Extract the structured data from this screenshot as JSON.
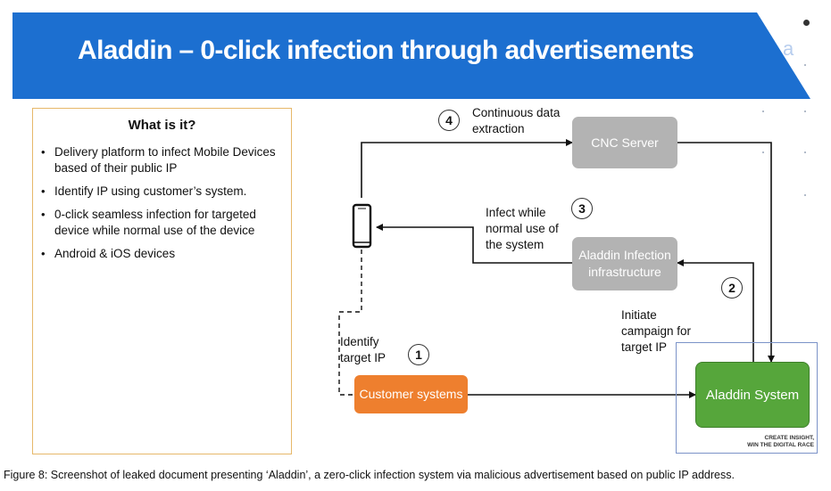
{
  "slide": {
    "title": "Aladdin – 0-click infection through advertisements",
    "header_corner_letter": "a",
    "colors": {
      "header_blue": "#1c6fd0",
      "node_gray": "#b3b3b3",
      "customer_orange": "#ee7f2e",
      "system_green": "#56a63b",
      "info_border": "#e6b86a"
    }
  },
  "info_box": {
    "title": "What is it?",
    "items": [
      "Delivery platform to infect Mobile Devices based of their public IP",
      "Identify IP using customer’s system.",
      "0-click seamless infection for targeted device while normal use of the device",
      "Android & iOS devices"
    ]
  },
  "diagram": {
    "nodes": {
      "cnc_server": "CNC Server",
      "infection_infrastructure": "Aladdin Infection infrastructure",
      "customer_systems": "Customer systems",
      "aladdin_system": "Aladdin System"
    },
    "steps": [
      {
        "number": "1",
        "label": "Identify target IP"
      },
      {
        "number": "2",
        "label": "Initiate campaign for target IP"
      },
      {
        "number": "3",
        "label": "Infect while normal use of the system"
      },
      {
        "number": "4",
        "label": "Continuous data extraction"
      }
    ],
    "tagline_line1": "CREATE INSIGHT,",
    "tagline_line2": "WIN THE DIGITAL RACE",
    "device_icon": "smartphone-icon"
  },
  "caption": "Figure 8: Screenshot of leaked document presenting ‘Aladdin’, a zero-click infection system via malicious advertisement based on public IP address."
}
